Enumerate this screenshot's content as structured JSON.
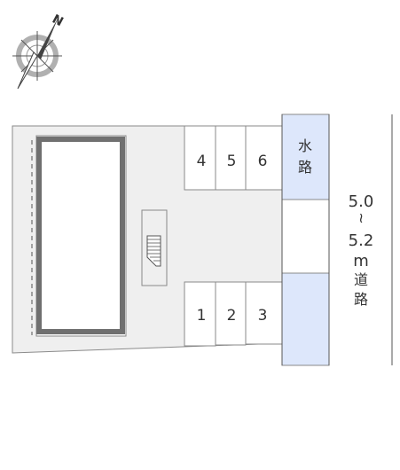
{
  "compass": {
    "north_label": "N"
  },
  "parking": {
    "top_row": [
      "4",
      "5",
      "6"
    ],
    "bottom_row": [
      "1",
      "2",
      "3"
    ]
  },
  "waterway": {
    "chars": [
      "水",
      "路"
    ]
  },
  "road": {
    "width_min": "5.0",
    "separator": "~",
    "width_max": "5.2",
    "unit": "m",
    "chars": [
      "道",
      "路"
    ]
  },
  "colors": {
    "lot_fill": "#efefef",
    "outline": "#8a8a8a",
    "building_frame": "#707070",
    "waterway_fill": "#dde7fb"
  }
}
